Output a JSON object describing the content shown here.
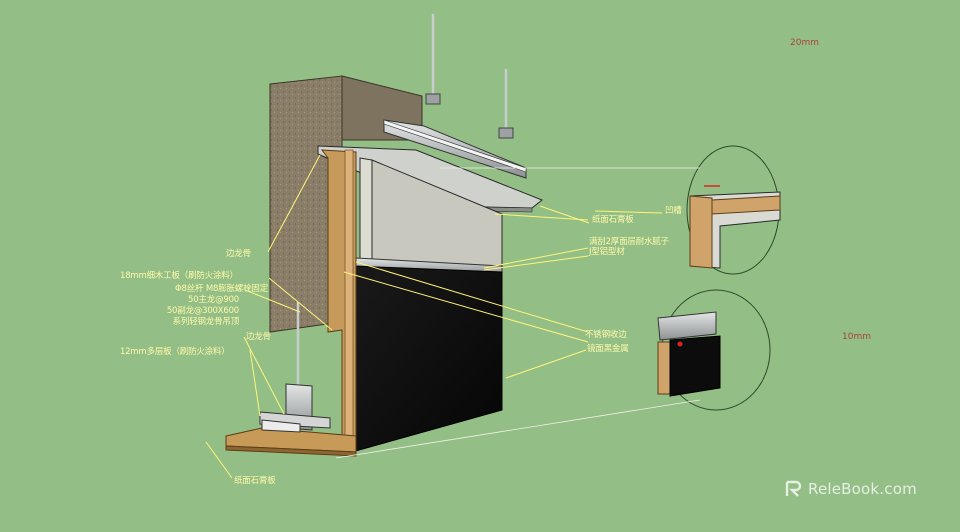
{
  "dimensions": {
    "top": "20mm",
    "middle": "10mm"
  },
  "labels": {
    "paper_gypsum_top": "纸面石膏板",
    "recess": "凹槽",
    "metal_panel": "满刮2厚面层耐水腻子",
    "j_profile": "J型铝型材",
    "edge_keel_top": "边龙骨",
    "blockboard": "18mm细木工板（刷防火涂料）",
    "rod": "Φ8丝杆 M8膨胀螺栓固定",
    "main_keel": "50主龙@900",
    "sub_keel": "50副龙@300X600",
    "ceiling_system": "系列轻钢龙骨吊顶",
    "edge_keel_bottom": "边龙骨",
    "plywood": "12mm多层板（刷防火涂料）",
    "steel_trim": "不锈钢收边",
    "mirror_metal": "镜面黑金属",
    "paper_gypsum_bottom": "纸面石膏板"
  },
  "watermark": {
    "brand": "ReleBook.com"
  }
}
